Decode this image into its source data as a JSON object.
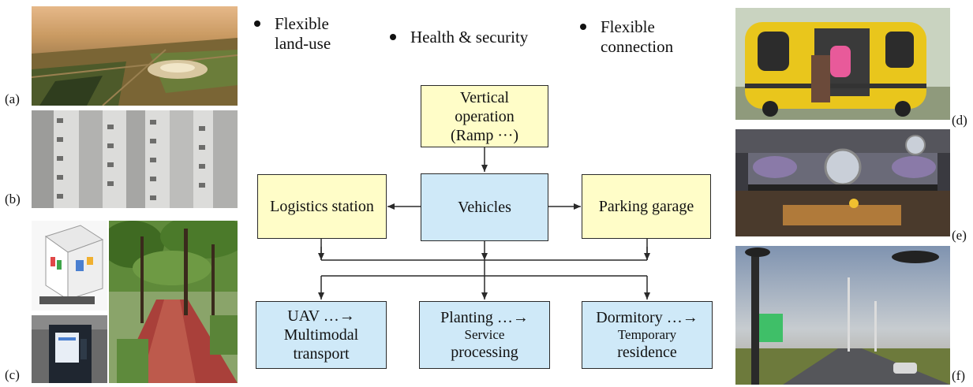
{
  "panel_labels": {
    "a": "(a)",
    "b": "(b)",
    "c": "(c)",
    "d": "(d)",
    "e": "(e)",
    "f": "(f)"
  },
  "features": {
    "land_use": {
      "line1": "Flexible",
      "line2": "land-use"
    },
    "health": "Health & security",
    "connection": {
      "line1": "Flexible",
      "line2": "connection"
    }
  },
  "nodes": {
    "vertical": {
      "line1": "Vertical",
      "line2": "operation",
      "line3": "(Ramp ···)"
    },
    "logistics": "Logistics station",
    "vehicles": "Vehicles",
    "parking": "Parking garage",
    "uav": {
      "line1": "UAV …→",
      "line2": "Multimodal",
      "line3": "transport"
    },
    "planting": {
      "line1": "Planting …→",
      "line2": "Service",
      "line3": "processing"
    },
    "dormitory": {
      "line1": "Dormitory …→",
      "line2": "Temporary",
      "line3": "residence"
    }
  },
  "colors": {
    "yellow_box": "#fffdc8",
    "blue_box": "#cfe9f8",
    "line": "#2a2a2a"
  }
}
